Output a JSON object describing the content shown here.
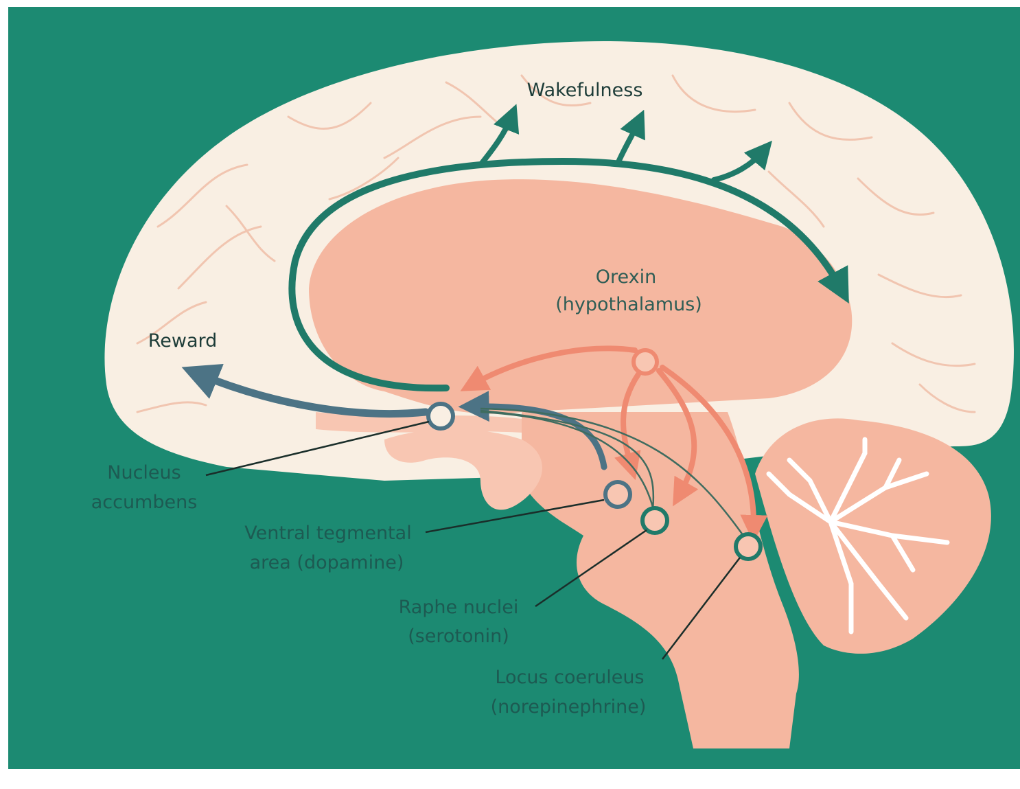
{
  "colors": {
    "background": "#1c8a72",
    "cortex": "#f9efe3",
    "cortex_fold": "#f1c5b0",
    "inner": "#f5b7a0",
    "inner_light": "#f8c6b2",
    "teal": "#207a69",
    "dark_text": "#1d5a52",
    "salmon_arrow": "#ef8a71",
    "blue_arrow": "#4c7385",
    "white": "#ffffff"
  },
  "labels": {
    "wakefulness": "Wakefulness",
    "reward": "Reward",
    "orexin_line1": "Orexin",
    "orexin_line2": "(hypothalamus)",
    "nucleus_line1": "Nucleus",
    "nucleus_line2": "accumbens",
    "vta_line1": "Ventral tegmental",
    "vta_line2": "area (dopamine)",
    "raphe_line1": "Raphe nuclei",
    "raphe_line2": "(serotonin)",
    "locus_line1": "Locus coeruleus",
    "locus_line2": "(norepinephrine)"
  }
}
